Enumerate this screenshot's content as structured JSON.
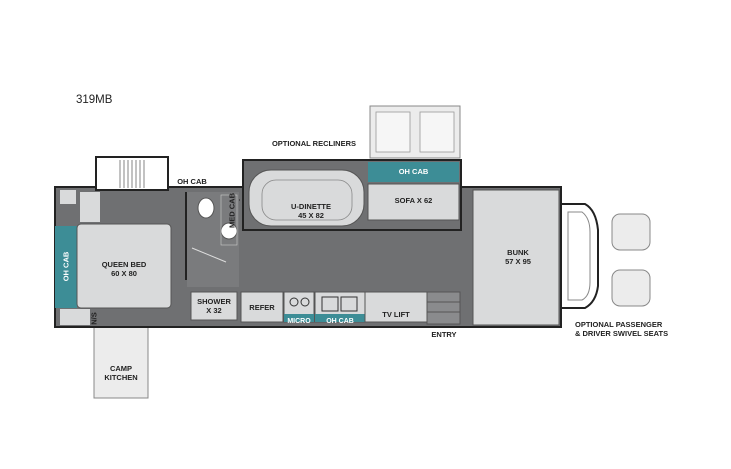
{
  "model": "319MB",
  "labels": {
    "optional_recliners": "OPTIONAL RECLINERS",
    "oh_cab_top_left": "OH CAB",
    "med_cab": "MED CAB",
    "u_dinette": "U-DINETTE\n45 X 82",
    "oh_cab_slide": "OH CAB",
    "sofa": "SOFA X 62",
    "queen_bed": "QUEEN BED\n60 X 80",
    "oh_cab_rear": "OH CAB",
    "ns": "N/S",
    "shower": "SHOWER\nX 32",
    "refer": "REFER",
    "micro": "MICRO",
    "oh_cab_kitchen": "OH CAB",
    "tv_lift": "TV LIFT",
    "entry": "ENTRY",
    "bunk": "BUNK\n57 X 95",
    "optional_swivel": "OPTIONAL PASSENGER\n& DRIVER SWIVEL SEATS",
    "camp_kitchen": "CAMP\nKITCHEN"
  },
  "colors": {
    "floor": "#6f7072",
    "furniture": "#d9dadb",
    "teal": "#3d8d96",
    "outline": "#222222",
    "light_fixture": "#ececec"
  }
}
